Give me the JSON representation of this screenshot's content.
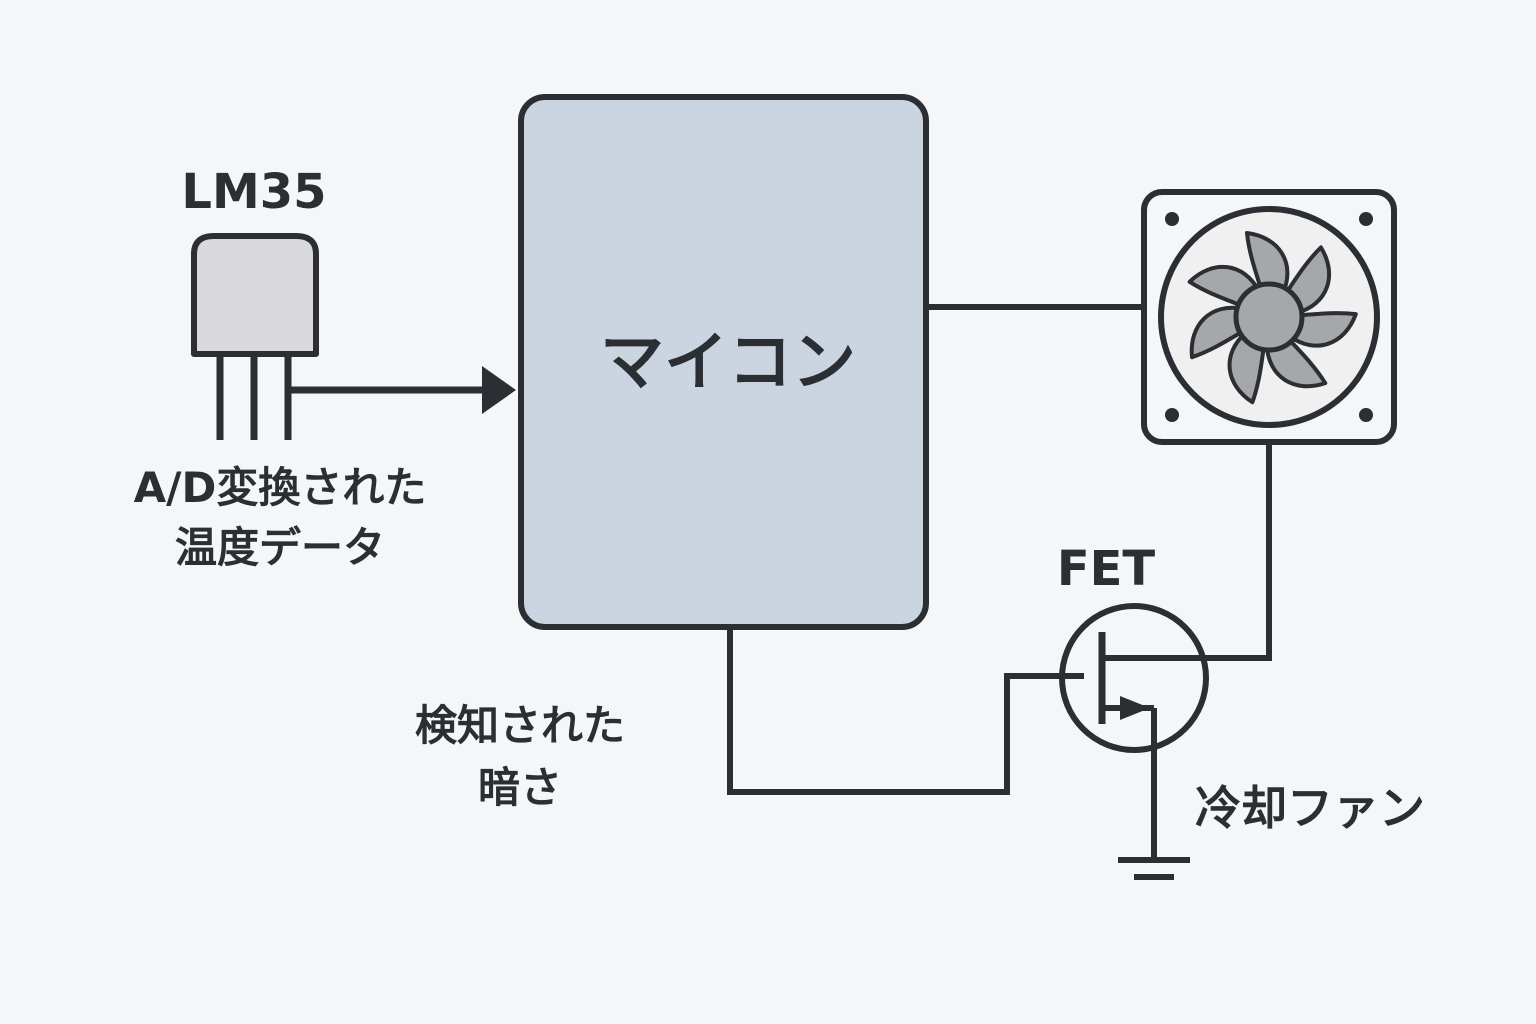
{
  "diagram": {
    "sensor": {
      "name": "LM35"
    },
    "sensor_signal": {
      "line1": "A/D変換された",
      "line2": "温度データ"
    },
    "mcu": {
      "name": "マイコン"
    },
    "dark_signal": {
      "line1": "検知された",
      "line2": "暗さ"
    },
    "fet": {
      "name": "FET"
    },
    "fan": {
      "name": "冷却ファン"
    }
  },
  "colors": {
    "background": "#f5f6f7",
    "line": "#2b2f33",
    "mcu_fill": "#cbd5e1",
    "sensor_fill": "#d9d9db",
    "fan_blade": "#a6a7a9",
    "fan_face": "#f0f0f0"
  },
  "icons": [
    "to92-sensor-icon",
    "fan-icon",
    "mosfet-symbol-icon",
    "ground-icon"
  ]
}
